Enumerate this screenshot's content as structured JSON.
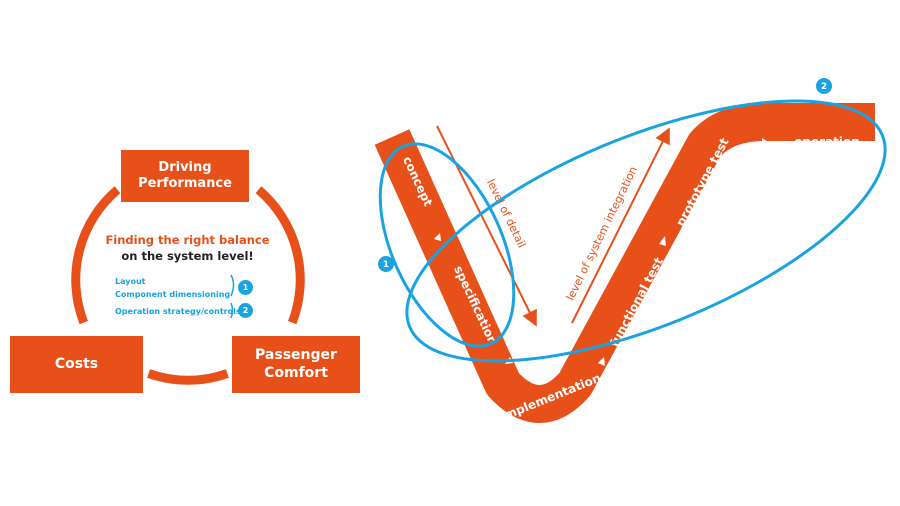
{
  "balance": {
    "top_box": {
      "line1": "Driving",
      "line2": "Performance"
    },
    "left_box": "Costs",
    "right_box": {
      "line1": "Passenger",
      "line2": "Comfort"
    },
    "headline": "Finding the right balance",
    "subline": "on the system level!",
    "items": [
      {
        "text_lines": [
          "Layout",
          "Component dimensioning"
        ],
        "badge": "1"
      },
      {
        "text_lines": [
          "Operation strategy/controls"
        ],
        "badge": "2"
      }
    ]
  },
  "v_model": {
    "stages": [
      "concept",
      "specification",
      "implementation",
      "functional test",
      "prototype test",
      "operation"
    ],
    "arrow_left_label": "level of detail",
    "arrow_right_label": "level of system integration",
    "ellipse_badges": [
      "1",
      "2"
    ]
  },
  "colors": {
    "orange": "#e8501a",
    "blue": "#1aa3e0",
    "dark_text": "#222222",
    "background": "#ffffff"
  }
}
